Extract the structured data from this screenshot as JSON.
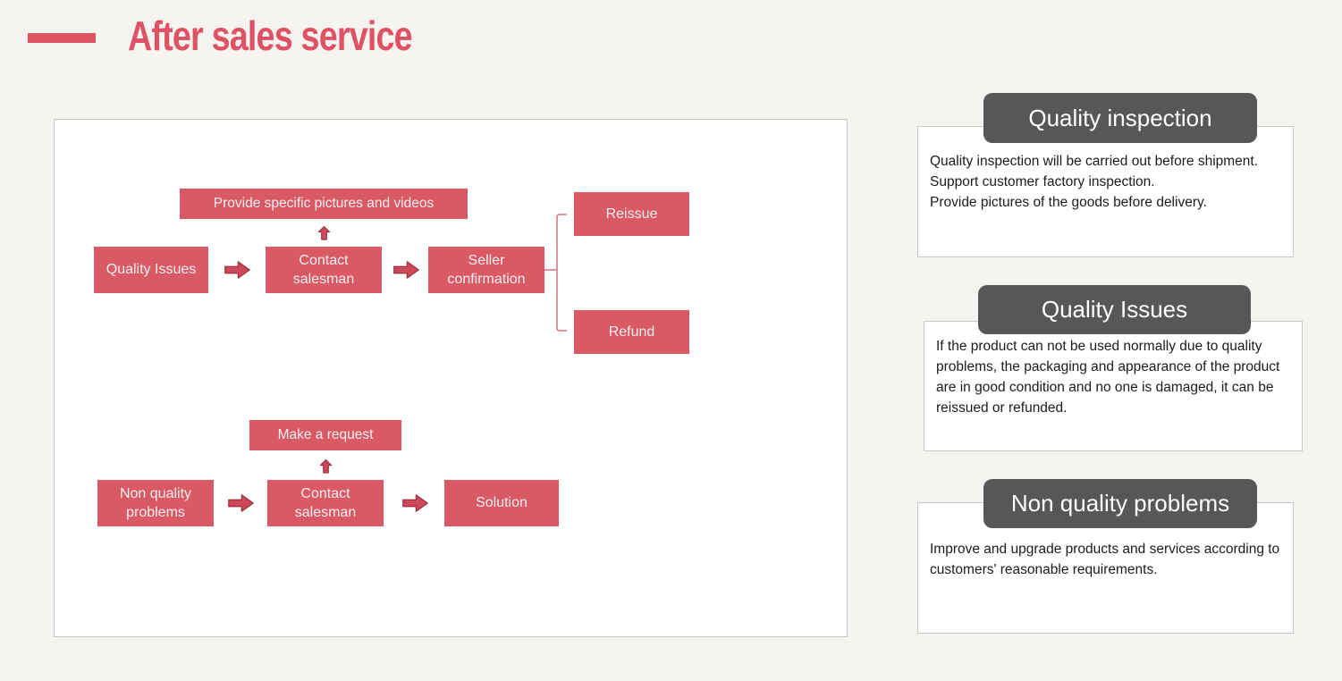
{
  "page": {
    "title": "After sales service"
  },
  "colors": {
    "accent_red": "#df5164",
    "dash_red": "#dc5362",
    "flow_box_red": "#d95965",
    "arrow_fill_red": "#cc4959",
    "arrow_outline_red": "#9e3243",
    "bracket_red": "#d4737f",
    "header_tab_gray": "#57575a",
    "background": "#f6f4f1"
  },
  "flowchart": {
    "quality_flow": {
      "note": "Provide specific pictures and videos",
      "steps": [
        "Quality Issues",
        "Contact salesman",
        "Seller confirmation"
      ],
      "outcomes": [
        "Reissue",
        "Refund"
      ]
    },
    "non_quality_flow": {
      "note": "Make a request",
      "steps": [
        "Non quality problems",
        "Contact salesman",
        "Solution"
      ]
    }
  },
  "panels": [
    {
      "title": "Quality inspection",
      "body": "Quality inspection will be carried out before shipment.\nSupport customer factory inspection.\nProvide pictures of the goods before delivery."
    },
    {
      "title": "Quality Issues",
      "body": "If the product can not be used normally due to quality problems, the packaging and appearance of the product are in good condition and no one is damaged, it can be reissued or refunded."
    },
    {
      "title": "Non quality problems",
      "body": "Improve and upgrade products and services according to customers' reasonable requirements."
    }
  ]
}
